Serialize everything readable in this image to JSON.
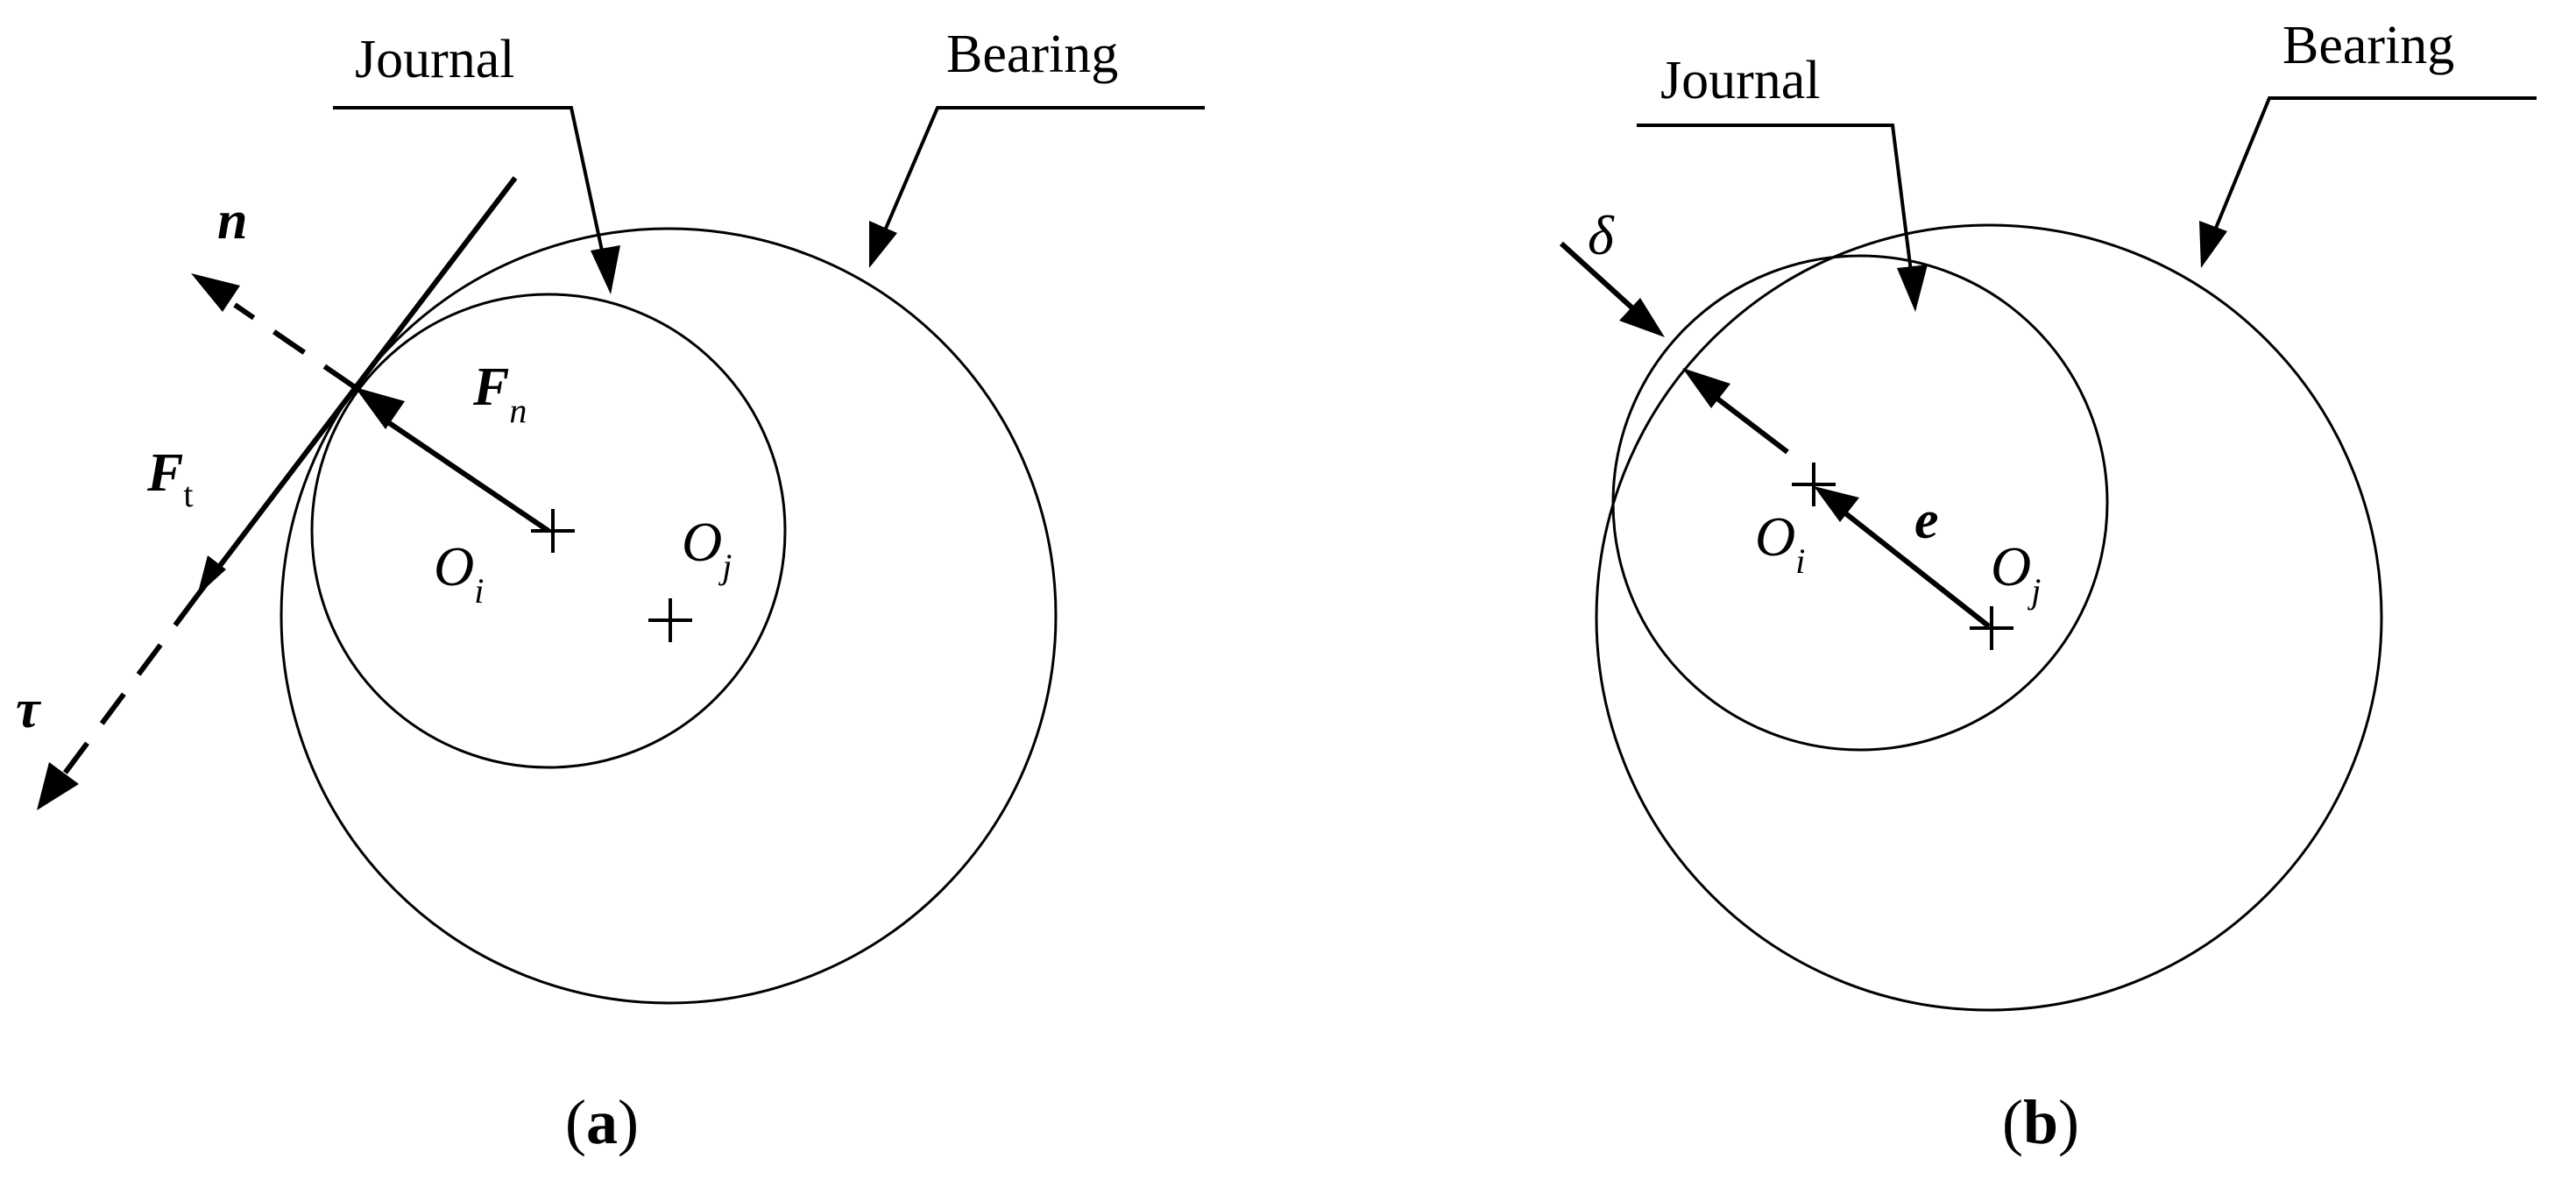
{
  "panel_a": {
    "journal_label": "Journal",
    "bearing_label": "Bearing",
    "n_label": "n",
    "tau_label": "τ",
    "fn_main": "F",
    "fn_sub": "n",
    "ft_main": "F",
    "ft_sub": "t",
    "oi_main": "O",
    "oi_sub": "i",
    "oj_main": "O",
    "oj_sub": "j",
    "caption_open": "(",
    "caption_letter": "a",
    "caption_close": ")"
  },
  "panel_b": {
    "journal_label": "Journal",
    "bearing_label": "Bearing",
    "delta_label": "δ",
    "e_label": "e",
    "oi_main": "O",
    "oi_sub": "i",
    "oj_main": "O",
    "oj_sub": "j",
    "caption_open": "(",
    "caption_letter": "b",
    "caption_close": ")"
  }
}
